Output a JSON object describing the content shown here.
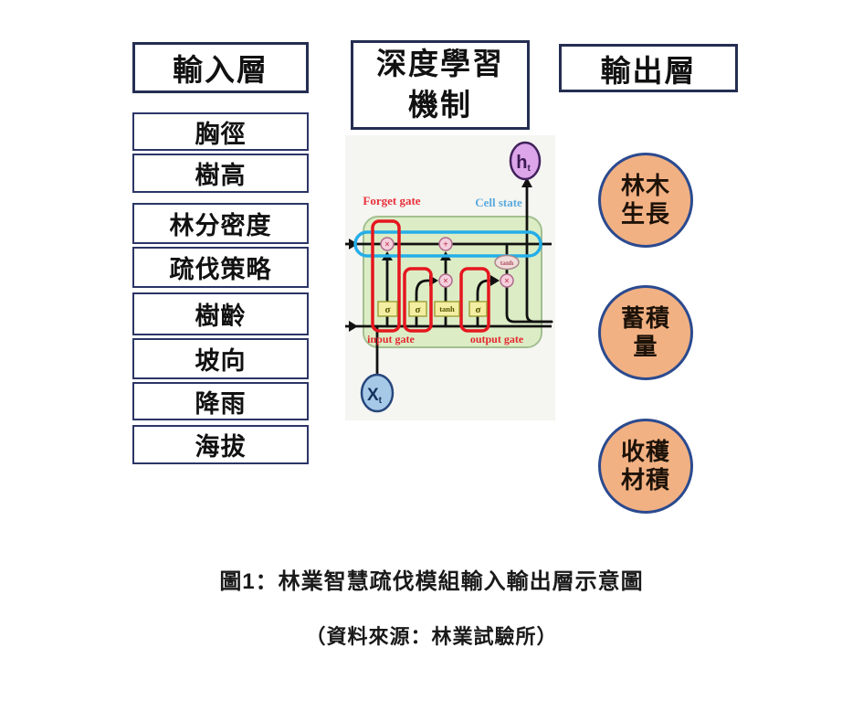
{
  "figure": {
    "caption": "圖1：林業智慧疏伐模組輸入輸出層示意圖",
    "source": "（資料來源：林業試驗所）"
  },
  "input_layer": {
    "title": "輸入層",
    "items": [
      {
        "label": "胸徑"
      },
      {
        "label": "樹高"
      },
      {
        "label": "林分密度"
      },
      {
        "label": "疏伐策略"
      },
      {
        "label": "樹齡"
      },
      {
        "label": "坡向"
      },
      {
        "label": "降雨"
      },
      {
        "label": "海拔"
      }
    ]
  },
  "middle": {
    "title": "深度學習\n機制"
  },
  "lstm": {
    "labels": {
      "forget_gate": "Forget gate",
      "cell_state": "Cell state",
      "input_gate": "input gate",
      "output_gate": "output gate"
    },
    "nodes": {
      "h": "h",
      "x": "X",
      "t_sub": "t",
      "sigma": "σ",
      "tanh": "tanh"
    },
    "ops": {
      "multiply": "×",
      "add": "+"
    },
    "colors": {
      "cell_fill": "#dcedc6",
      "highlight_blue": "#25aee8",
      "gate_red": "#e5161f",
      "sigma_yellow": "#f3eea2",
      "h_node_fill": "#dda5ea",
      "x_node_fill": "#a6c9e8",
      "op_pink": "#f5cfdc"
    }
  },
  "output_layer": {
    "title": "輸出層",
    "items": [
      {
        "label": "林木\n生長"
      },
      {
        "label": "蓄積\n量"
      },
      {
        "label": "收穫\n材積"
      }
    ]
  }
}
